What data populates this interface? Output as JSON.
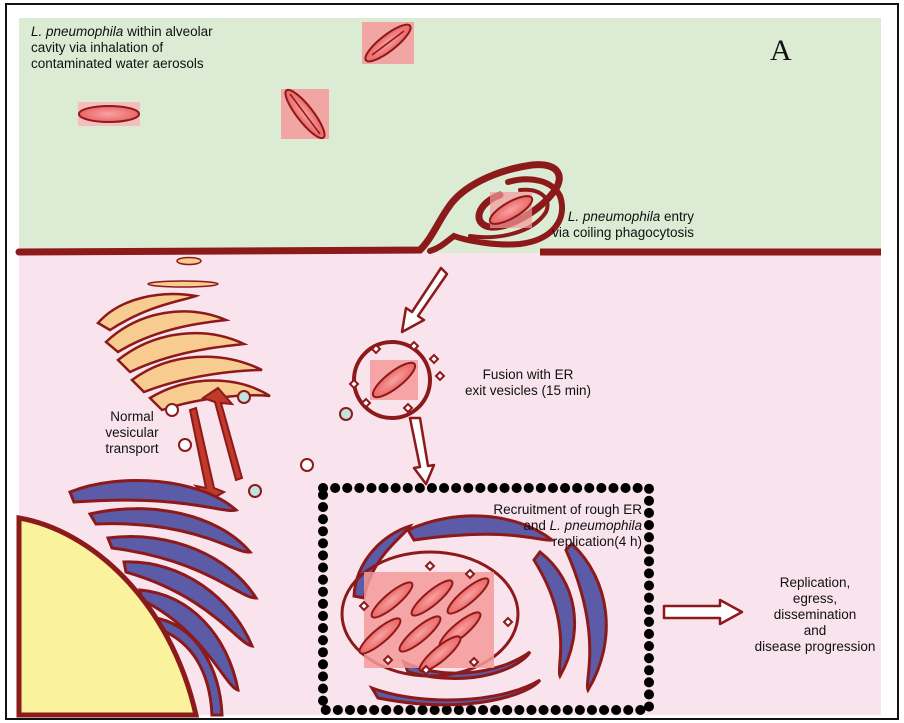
{
  "panel_letter": "A",
  "labels": {
    "alveolar": {
      "italic": "L. pneumophila",
      "line1_rest": " within alveolar",
      "line2": "cavity via inhalation of",
      "line3": "contaminated water aerosols"
    },
    "entry": {
      "italic": "L. pneumophila",
      "line1_rest": " entry",
      "line2": "via coiling phagocytosis"
    },
    "fusion": {
      "line1": "Fusion with ER",
      "line2": "exit vesicles (15 min)"
    },
    "transport": {
      "line1": "Normal",
      "line2": "vesicular",
      "line3": "transport"
    },
    "recruitment": {
      "line1": "Recruitment of rough ER",
      "line2_pre": "and ",
      "line2_italic": "L. pneumophila",
      "line3": "replication(4 h)"
    },
    "outcome": {
      "line1": "Replication,",
      "line2": "egress,",
      "line3": "dissemination",
      "line4": "and",
      "line5": "disease progression"
    }
  },
  "colors": {
    "alveolar_space": "#dcebd4",
    "cytoplasm": "#f9e3ec",
    "membrane": "#8c1a1a",
    "golgi": "#f8cc90",
    "rough_er": "#5b5ba8",
    "nucleus": "#faf29c",
    "bacterium": "#ef6a6a",
    "vesicle_fill": "#bfe4e0",
    "vacuole_dots": "#000000"
  }
}
